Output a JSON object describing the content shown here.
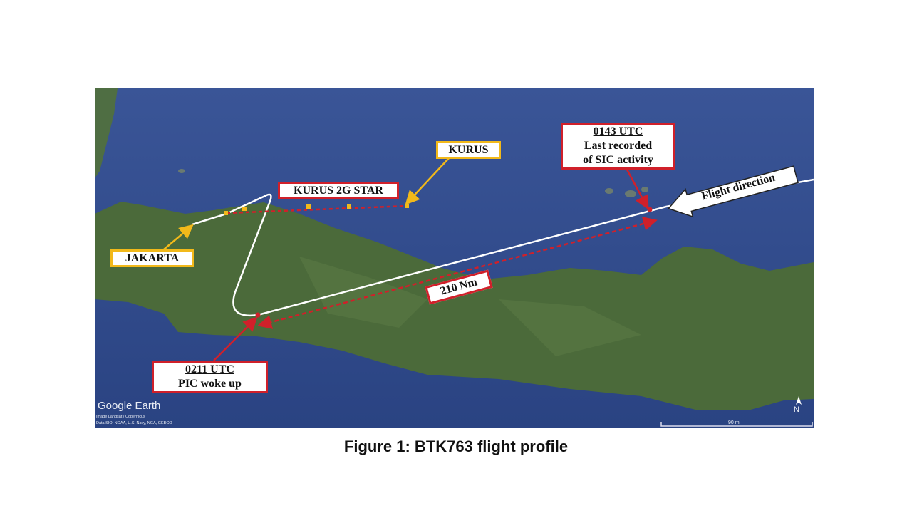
{
  "figure": {
    "caption": "Figure 1: BTK763 flight profile",
    "labels": {
      "kurus": "KURUS",
      "kurus_star": "KURUS 2G STAR",
      "jakarta": "JAKARTA",
      "last_sic_time": "0143 UTC",
      "last_sic_line1": "Last recorded",
      "last_sic_line2": "of SIC activity",
      "pic_time": "0211 UTC",
      "pic_text": "PIC woke up",
      "distance": "210 Nm",
      "flight_direction": "Flight direction"
    },
    "map_credits": {
      "brand": "Google Earth",
      "imagery": "Image Landsat / Copernicus",
      "data": "Data SIO, NOAA, U.S. Navy, NGA, GEBCO",
      "scale": "90 mi",
      "north": "N"
    },
    "colors": {
      "sea": "#2f4a8a",
      "land": "#4a6b3a",
      "route": "#ffffff",
      "annotation_red": "#d0202a",
      "annotation_yellow": "#f2b91a"
    }
  }
}
